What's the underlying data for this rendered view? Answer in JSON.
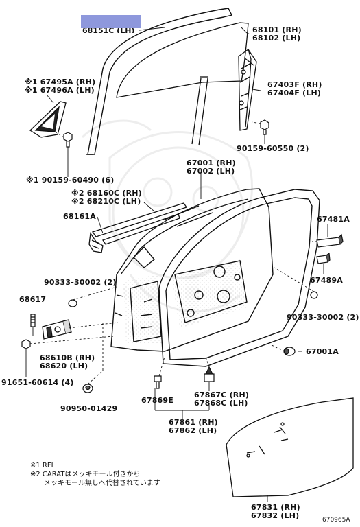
{
  "labels": {
    "highlight_part": "68151C (LH)",
    "glass": [
      "68101 (RH)",
      "68102 (LH)"
    ],
    "corner_cover": [
      "※1 67495A (RH)",
      "※1 67496A (LH)"
    ],
    "regulator_run": [
      "67403F (RH)",
      "67404F (LH)"
    ],
    "bolt_right": "90159-60550 (2)",
    "bolt_left": "※1 90159-60490 (6)",
    "door_panel": [
      "67001 (RH)",
      "67002 (LH)"
    ],
    "belt_mould": [
      "※2 68160C (RH)",
      "※2 68210C (LH)"
    ],
    "weatherstrip_inner": "68161A",
    "cap_top": "67481A",
    "cap_bottom": "67489A",
    "plug_left": "90333-30002 (2)",
    "pin": "68617",
    "plug_right": "90333-30002 (2)",
    "hinge": [
      "68610B (RH)",
      "68620 (LH)"
    ],
    "stopper": "67001A",
    "bolt_hinge": "91651-60614 (4)",
    "clip_small": "67869E",
    "clip_pair": [
      "67867C (RH)",
      "67868C (LH)"
    ],
    "grommet": "90950-01429",
    "weatherstrip": [
      "67861 (RH)",
      "67862 (LH)"
    ],
    "service_hole_cover": [
      "67831 (RH)",
      "67832 (LH)"
    ],
    "figure_code": "670965A"
  },
  "notes": [
    "※1 RFL",
    "※2 CARATはメッキモール付きから",
    "　　メッキモール無しへ代替されています"
  ]
}
